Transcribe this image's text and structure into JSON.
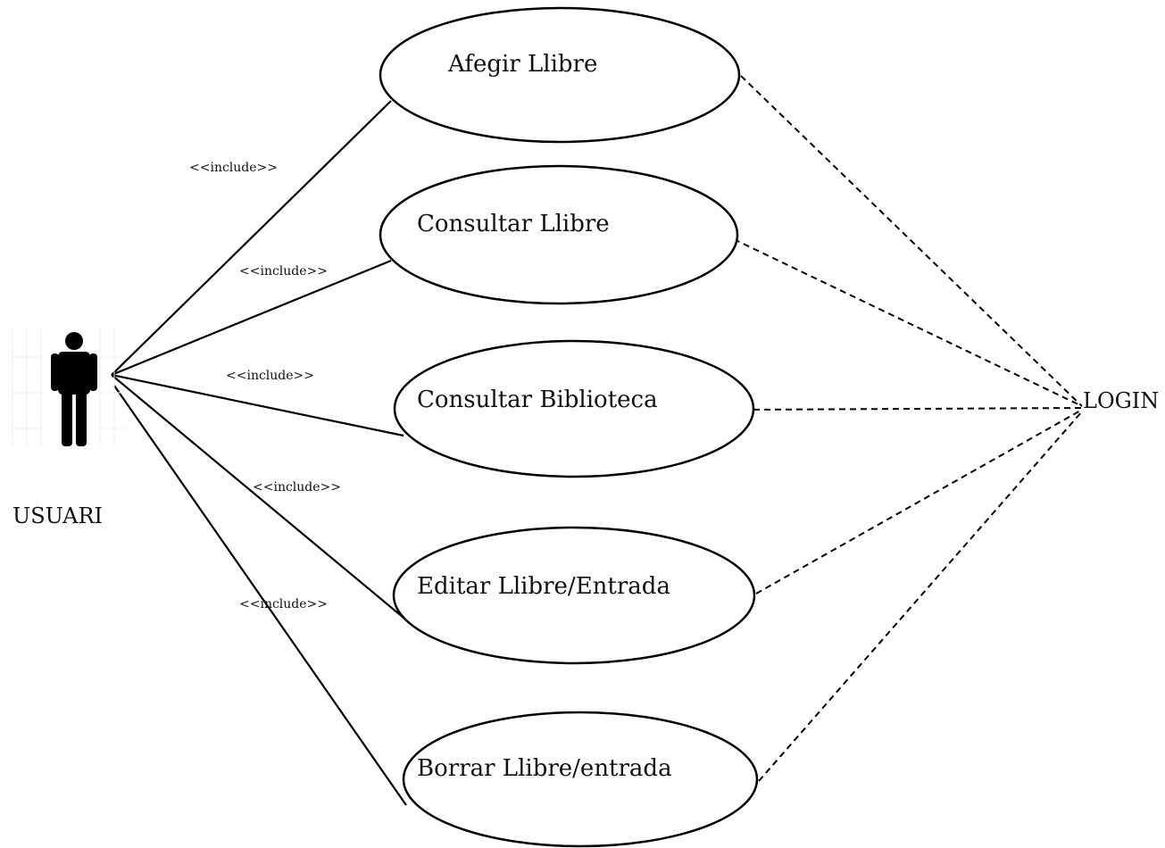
{
  "diagram": {
    "type": "use-case",
    "actors": {
      "user": "USUARI",
      "login": "LOGIN"
    },
    "use_cases": [
      "Afegir Llibre",
      "Consultar Llibre",
      "Consultar Biblioteca",
      "Editar Llibre/Entrada",
      "Borrar Llibre/entrada"
    ],
    "include_labels": [
      "<<include>>",
      "<<include>>",
      "<<include>>",
      "<<include>>",
      "<<include>>"
    ],
    "colors": {
      "stroke": "#000000",
      "background": "#ffffff"
    }
  }
}
